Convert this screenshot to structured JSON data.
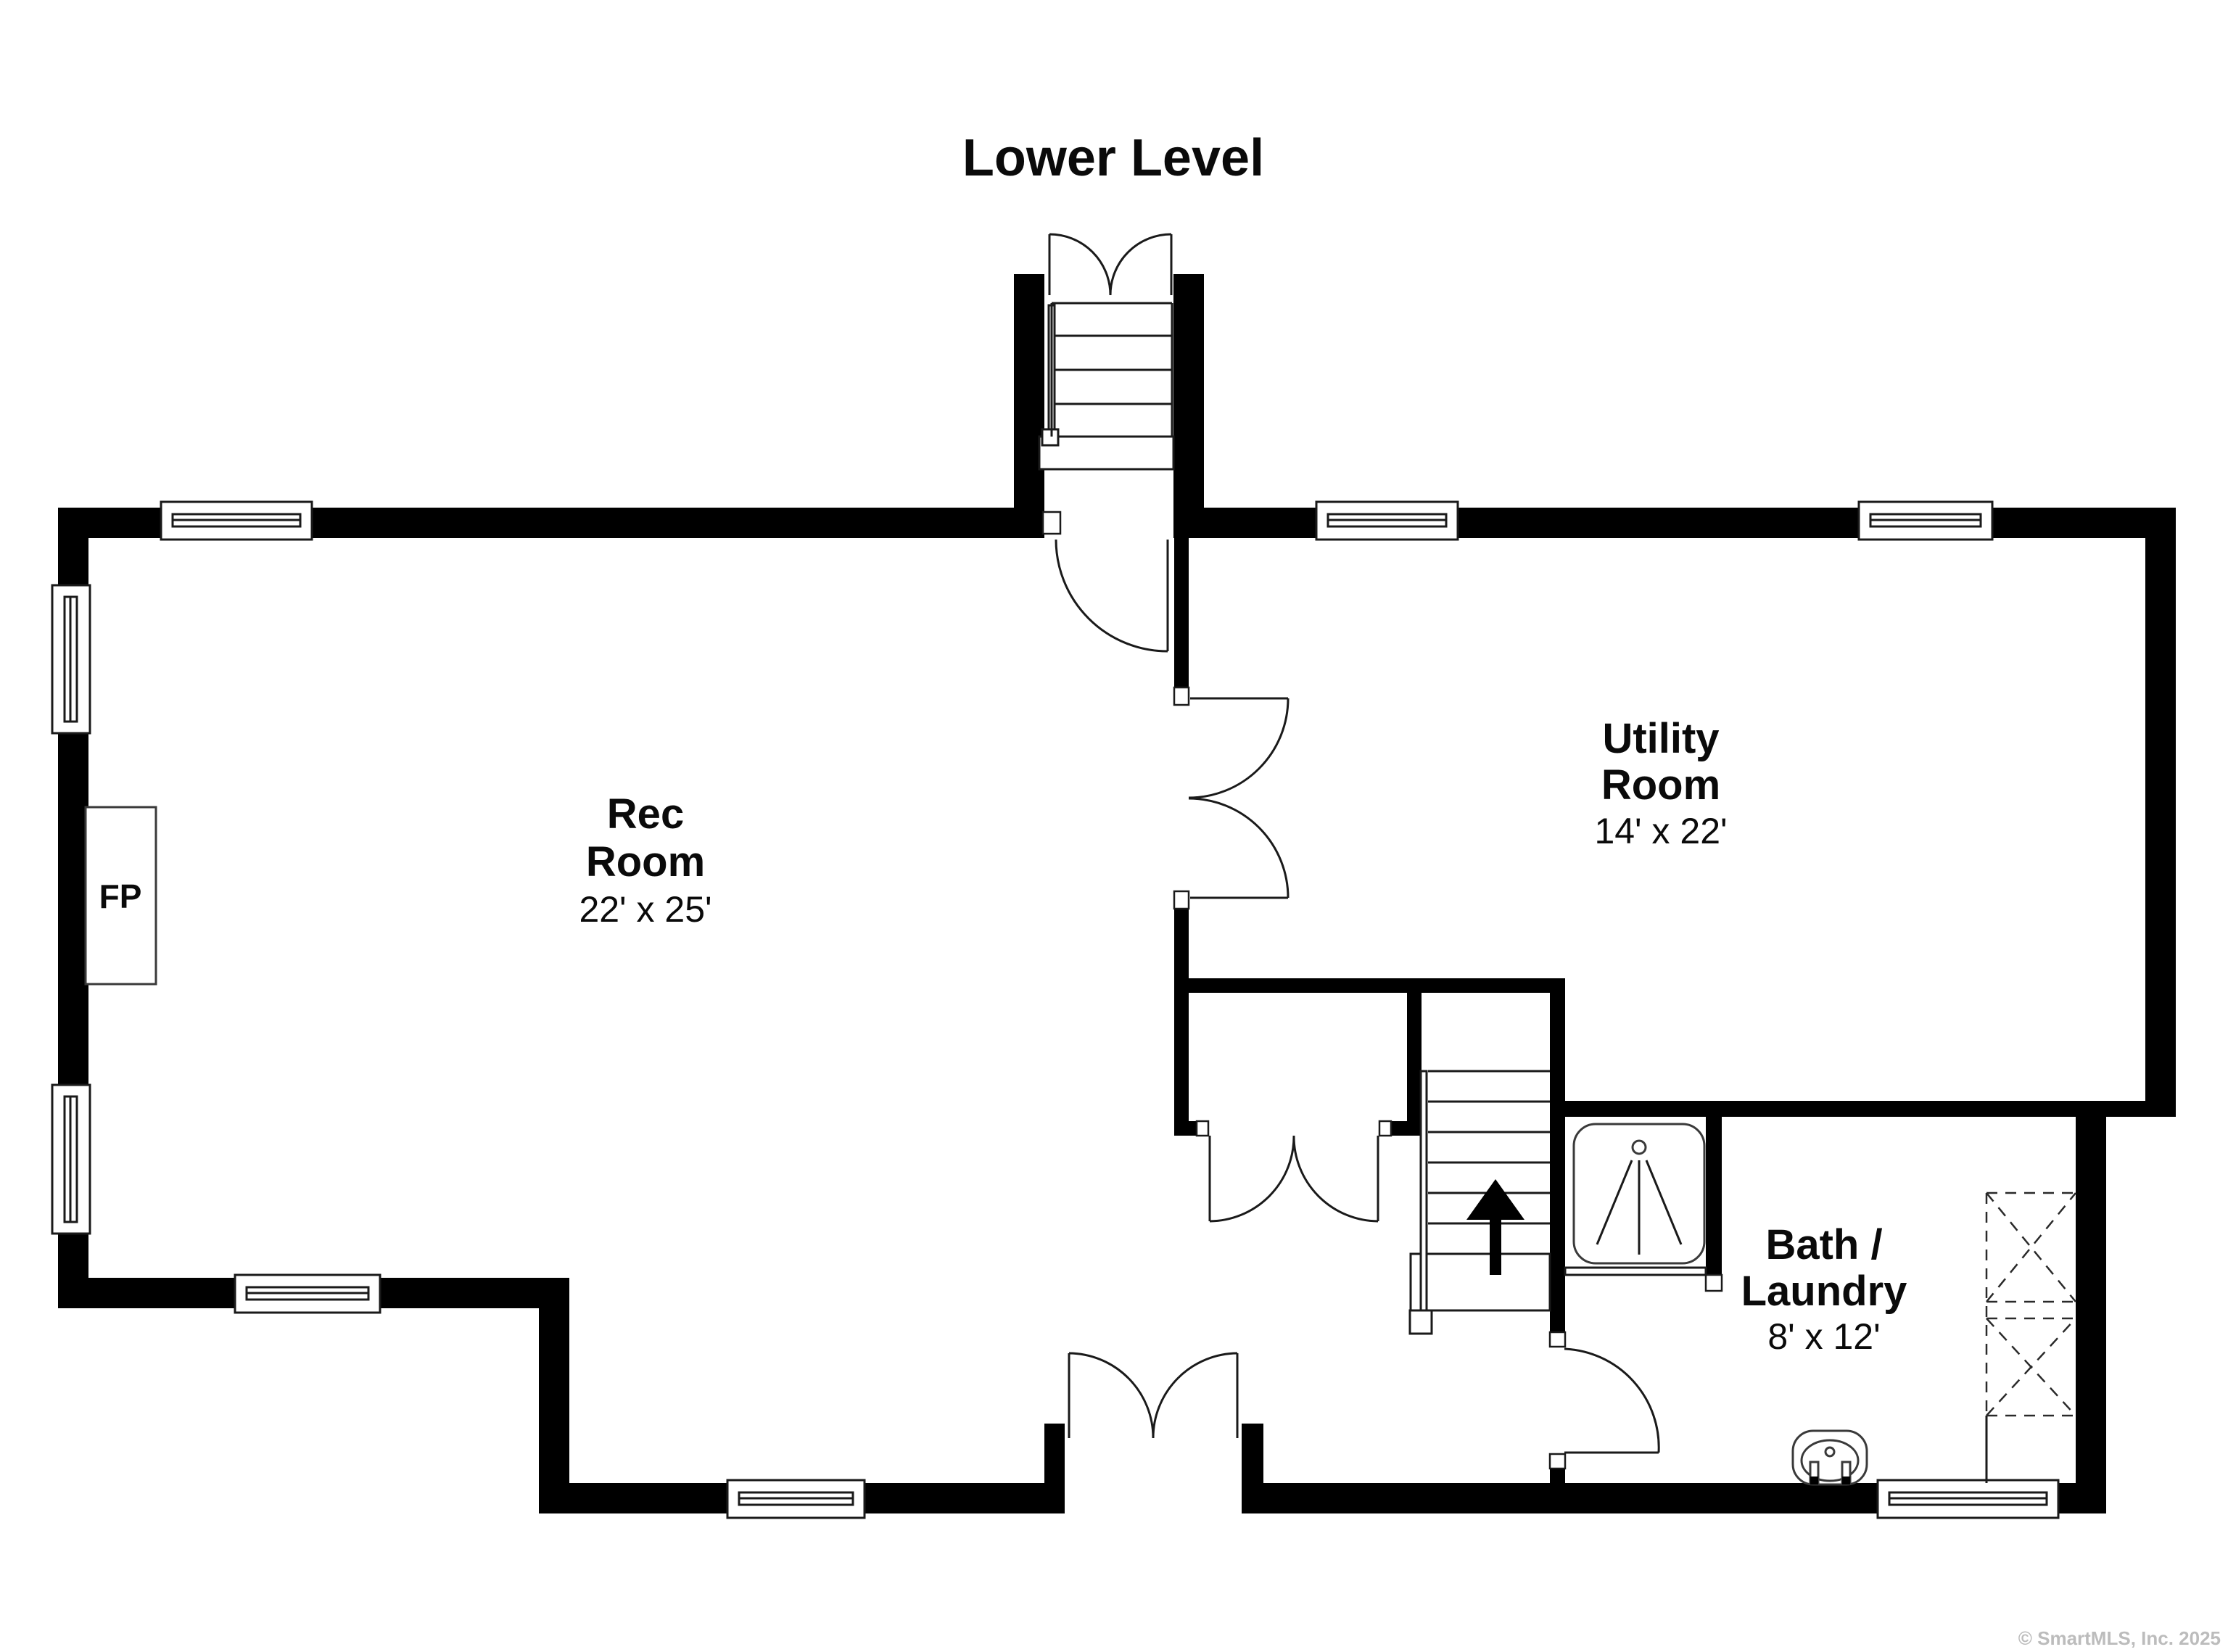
{
  "title": "Lower Level",
  "watermark": "© SmartMLS, Inc. 2025",
  "rooms": {
    "rec": {
      "line1": "Rec",
      "line2": "Room",
      "dims": "22' x 25'"
    },
    "utility": {
      "line1": "Utility",
      "line2": "Room",
      "dims": "14' x 22'"
    },
    "bath": {
      "line1": "Bath /",
      "line2": "Laundry",
      "dims": "8' x 12'"
    }
  },
  "fireplace": {
    "label": "FP"
  },
  "icons": {
    "stairs_up_arrow": "up-arrow",
    "shower": "shower-stall",
    "laundry_tub": "laundry-tub",
    "closet": "dashed-closet"
  },
  "colors": {
    "wall": "#000000",
    "line": "#1a1a1a",
    "watermark_text": "#bcbcbc",
    "background": "#ffffff"
  }
}
